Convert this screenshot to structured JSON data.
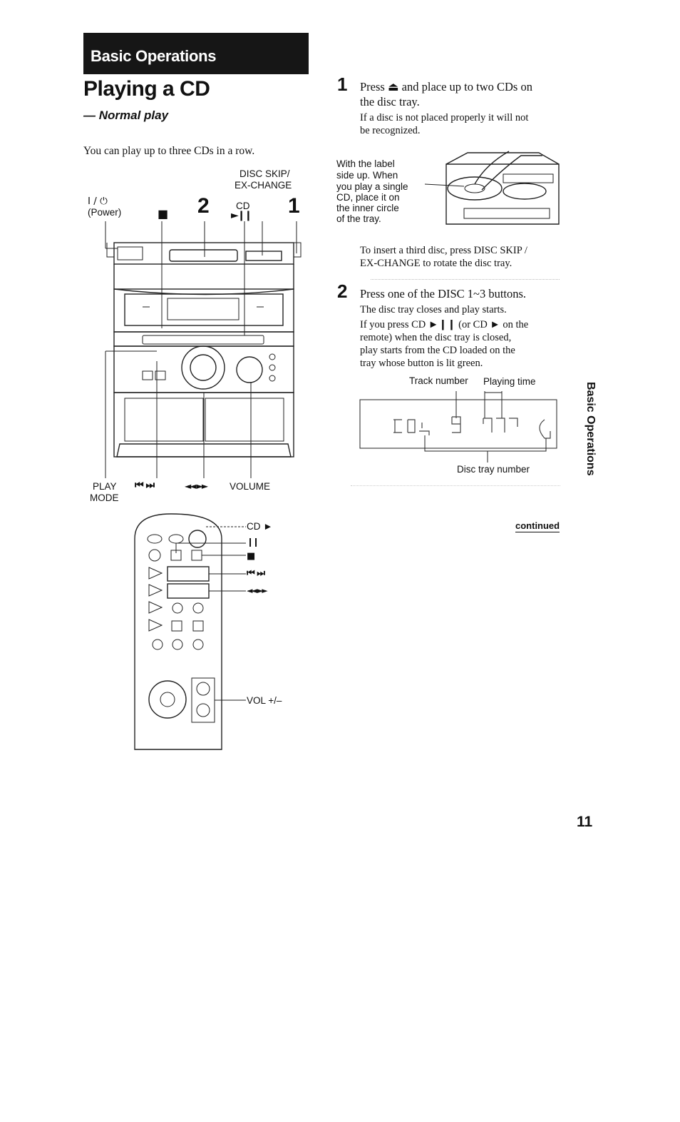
{
  "header": {
    "section": "Basic Operations",
    "title": "Playing a CD",
    "subtitle": "— Normal play",
    "intro": "You can play up to three CDs in a row."
  },
  "main_unit": {
    "label_disc_skip": "DISC SKIP/",
    "label_ex_change": "EX-CHANGE",
    "label_power_1": "I / ⏻",
    "label_power_2": "(Power)",
    "label_stop": "■",
    "label_step2": "2",
    "label_cd": "CD",
    "label_cd_play": "►❙❙",
    "label_step1": "1",
    "label_play": "PLAY",
    "label_mode": "MODE",
    "label_skip": "⏮ ⏭",
    "label_search": "◄◄ ►►",
    "label_volume": "VOLUME"
  },
  "remote": {
    "label_cd_play": "CD ►",
    "label_pause": "❙❙",
    "label_stop": "■",
    "label_skip": "⏮ ⏭",
    "label_search": "◄◄ ►►",
    "label_vol": "VOL +/–"
  },
  "step1": {
    "number": "1",
    "text_1": "Press ⏏ and place up to two CDs on",
    "text_2": "the disc tray.",
    "note_1": "If a disc is not placed properly it will not",
    "note_2": "be recognized.",
    "label_1": "With the label",
    "label_2": "side up.  When",
    "label_3": "you play a single",
    "label_4": "CD, place it on",
    "label_5": "the inner circle",
    "label_6": "of the tray.",
    "third_1": "To insert a third disc, press DISC SKIP /",
    "third_2": "EX-CHANGE to rotate the disc tray."
  },
  "step2": {
    "number": "2",
    "text": "Press one of the DISC 1~3 buttons.",
    "line_1": "The disc tray closes and play starts.",
    "line_2": "If you press CD ►❙❙ (or CD ► on the",
    "line_3": "remote) when the disc tray is closed,",
    "line_4": "play starts from the CD loaded on the",
    "line_5": "tray whose button is lit green.",
    "track_number": "Track number",
    "playing_time": "Playing time",
    "disc_tray_number": "Disc tray number"
  },
  "side_tab": "Basic Operations",
  "continued": "continued",
  "page_number": "11"
}
